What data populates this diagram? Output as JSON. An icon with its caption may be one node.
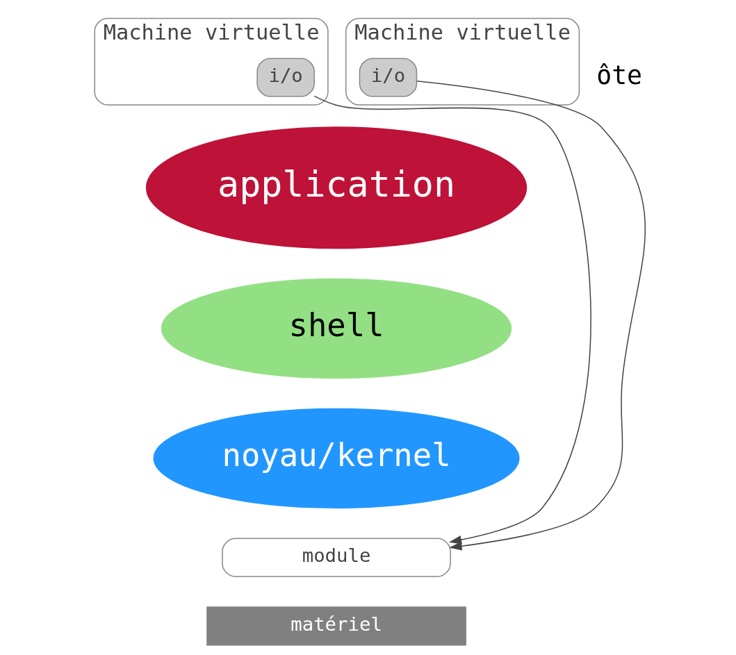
{
  "diagram": {
    "nodes": [
      {
        "text": [
          "Machine virtuelle"
        ]
      },
      {
        "text": [
          "i/o"
        ],
        "in": 0
      },
      {
        "text": [
          "Machine virtuelle"
        ]
      },
      {
        "text": [
          "i/o"
        ],
        "in": 2
      },
      {
        "text": [
          "application"
        ]
      },
      {
        "text": [
          "shell"
        ]
      },
      {
        "text": [
          "noyau/kernel"
        ]
      },
      {
        "text": [
          "module"
        ]
      },
      {
        "text": [
          "matériel"
        ]
      }
    ],
    "edges": [
      {
        "from": 1,
        "to": 7,
        "arrow": "to"
      },
      {
        "from": 3,
        "to": 7,
        "arrow": "to"
      }
    ],
    "labels": [
      "ôte"
    ]
  }
}
